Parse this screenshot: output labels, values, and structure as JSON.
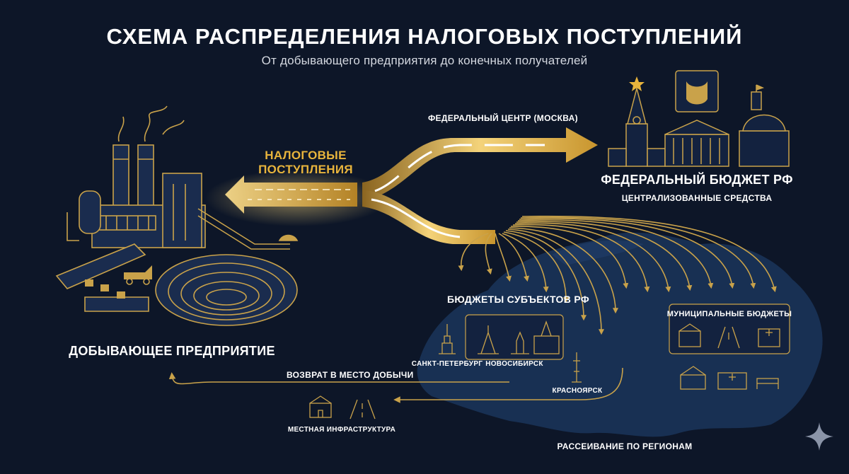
{
  "title": "СХЕМА РАСПРЕДЕЛЕНИЯ НАЛОГОВЫХ ПОСТУПЛЕНИЙ",
  "subtitle": "От добывающего предприятия до конечных получателей",
  "enterprise": {
    "label": "ДОБЫВАЮЩЕЕ ПРЕДПРИЯТИЕ"
  },
  "tax_flow": {
    "line1": "НАЛОГОВЫЕ",
    "line2": "ПОСТУПЛЕНИЯ"
  },
  "federal": {
    "route_label": "ФЕДЕРАЛЬНЫЙ ЦЕНТР (МОСКВА)",
    "title": "ФЕДЕРАЛЬНЫЙ БЮДЖЕТ РФ",
    "subtitle": "ЦЕНТРАЛИЗОВАННЫЕ СРЕДСТВА"
  },
  "regions": {
    "label": "БЮДЖЕТЫ СУБЪЕКТОВ РФ",
    "cities": [
      "САНКТ-ПЕТЕРБУРГ",
      "НОВОСИБИРСК",
      "КРАСНОЯРСК"
    ]
  },
  "municipal": {
    "label": "МУНИЦИПАЛЬНЫЕ БЮДЖЕТЫ"
  },
  "return_flow": {
    "label": "ВОЗВРАТ В МЕСТО ДОБЫЧИ"
  },
  "local": {
    "label": "МЕСТНАЯ ИНФРАСТРУКТУРА"
  },
  "dispersion": {
    "label": "РАССЕИВАНИЕ ПО РЕГИОНАМ"
  },
  "colors": {
    "background": "#0d1628",
    "gold": "#e8b43c",
    "map": "#1a3358",
    "line": "#c9a24a"
  }
}
